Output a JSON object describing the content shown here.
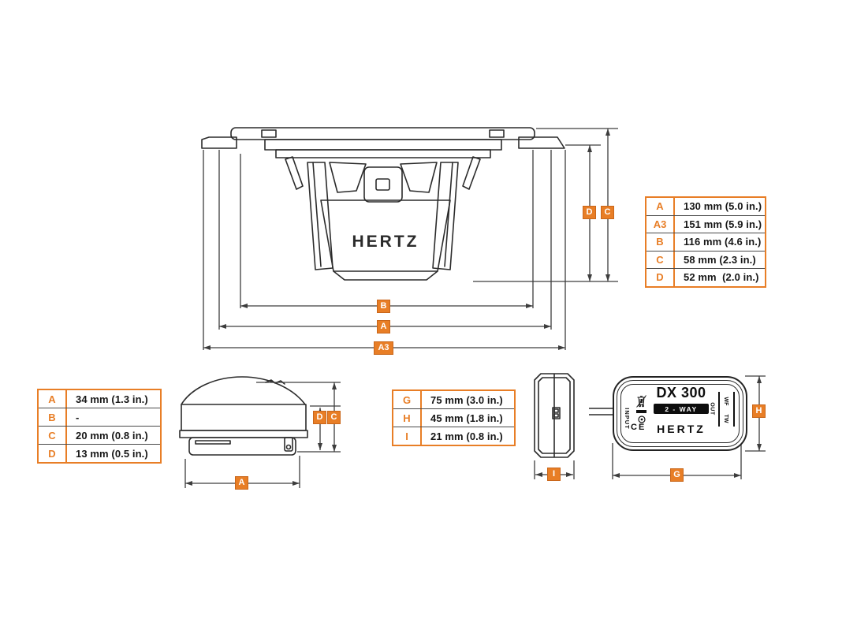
{
  "colors": {
    "accent": "#E87E26",
    "accent_border": "#C9661A",
    "drawing_line": "#2b2b2b",
    "dimension_line": "#3d3d3d"
  },
  "dims": {
    "a": "A",
    "a3": "A3",
    "b": "B",
    "c": "C",
    "d": "D",
    "g": "G",
    "h": "H",
    "i": "I"
  },
  "woofer": {
    "brand": "HERTZ"
  },
  "tables": {
    "woofer": {
      "rows": [
        {
          "label": "A",
          "value": "130 mm (5.0 in.)"
        },
        {
          "label": "A3",
          "value": "151 mm (5.9 in.)"
        },
        {
          "label": "B",
          "value": "116 mm (4.6 in.)"
        },
        {
          "label": "C",
          "value": "58 mm (2.3 in.)"
        },
        {
          "label": "D",
          "value": "52 mm  (2.0 in.)"
        }
      ]
    },
    "tweeter": {
      "rows": [
        {
          "label": "A",
          "value": "34 mm (1.3 in.)"
        },
        {
          "label": "B",
          "value": "-"
        },
        {
          "label": "C",
          "value": "20 mm (0.8 in.)"
        },
        {
          "label": "D",
          "value": "13 mm (0.5 in.)"
        }
      ]
    },
    "crossover": {
      "rows": [
        {
          "label": "G",
          "value": "75 mm (3.0 in.)"
        },
        {
          "label": "H",
          "value": "45 mm (1.8 in.)"
        },
        {
          "label": "I",
          "value": "21 mm (0.8 in.)"
        }
      ]
    }
  },
  "crossover_box": {
    "model": "DX 300",
    "badge": "2 - WAY",
    "input": "INPUT",
    "out": "OUT",
    "tw": "TW",
    "wf": "WF",
    "ce": "CE",
    "brand": "HERTZ"
  }
}
